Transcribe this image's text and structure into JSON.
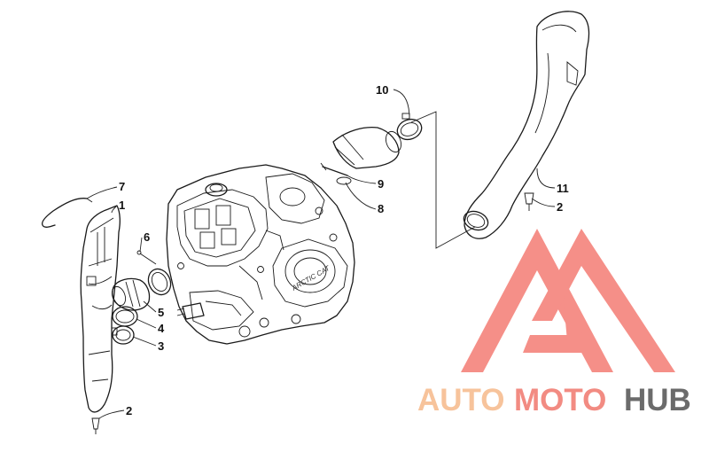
{
  "callouts": {
    "c1": "1",
    "c2a": "2",
    "c2b": "2",
    "c3": "3",
    "c4": "4",
    "c5": "5",
    "c6": "6",
    "c7": "7",
    "c8": "8",
    "c9": "9",
    "c10": "10",
    "c11": "11"
  },
  "engine_text": "ARCTIC CAT",
  "watermark": {
    "word_auto": "AUTO",
    "word_moto": "MOTO",
    "word_hub": "HUB",
    "color_auto": "#f7c39b",
    "color_moto": "#f28b82",
    "color_hub": "#6b6b6b",
    "color_mark": "#f58a82"
  }
}
